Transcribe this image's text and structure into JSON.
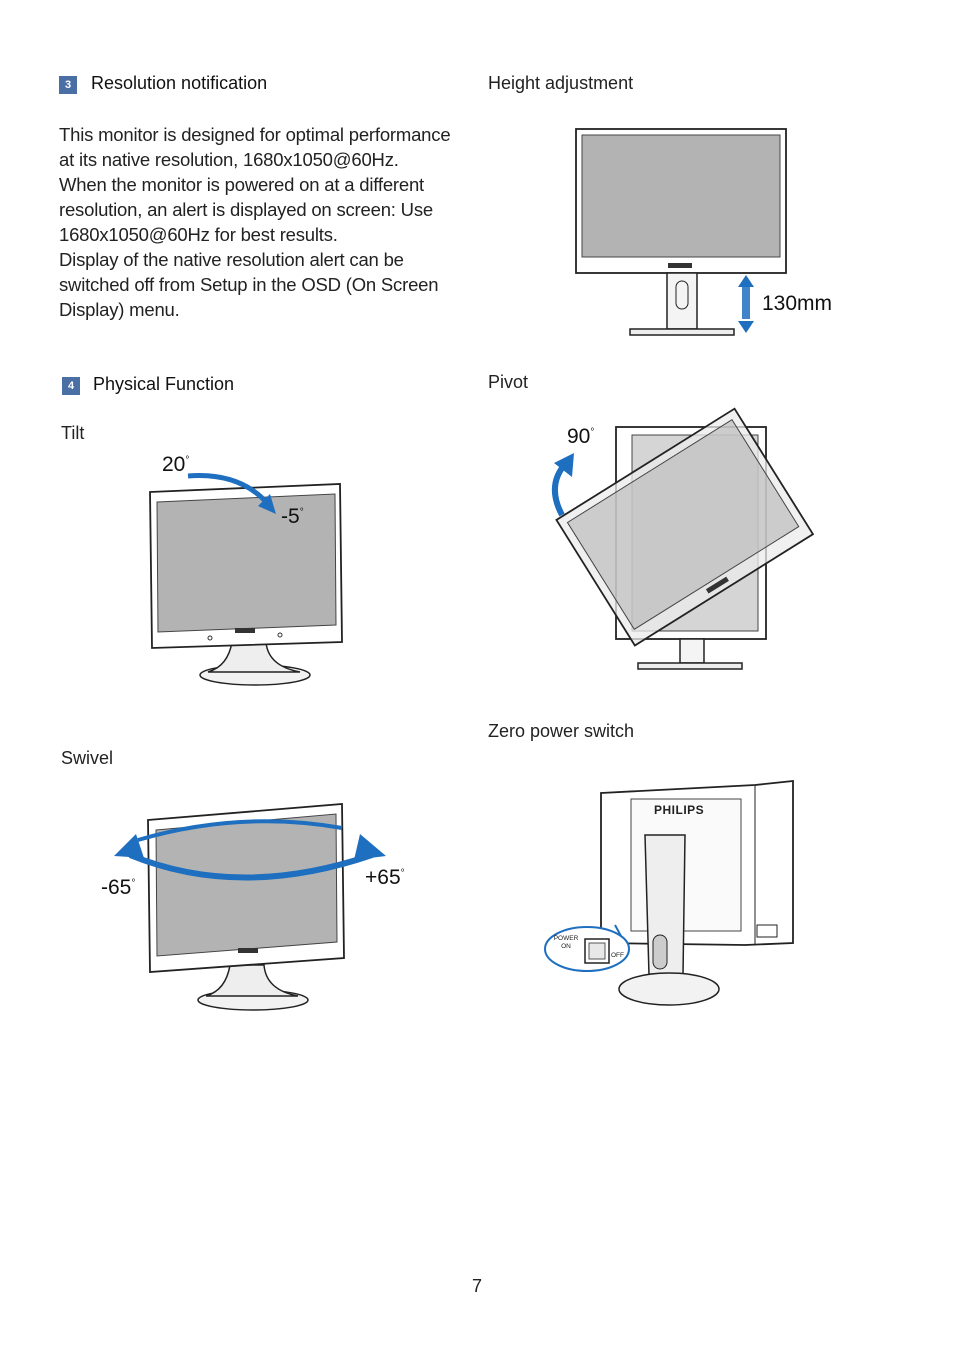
{
  "resolution": {
    "number": "3",
    "title": "Resolution notification",
    "paragraphs": [
      "This monitor is designed for optimal performance at its native resolution, 1680x1050@60Hz.",
      "When the monitor is powered on at a different resolution, an alert is displayed on screen: Use 1680x1050@60Hz for best results.",
      "Display of the native resolution alert can be switched off from Setup in the OSD (On Screen Display) menu."
    ]
  },
  "physical": {
    "number": "4",
    "title": "Physical Function"
  },
  "tilt": {
    "label": "Tilt",
    "angle_up": "20",
    "angle_down": "-5"
  },
  "swivel": {
    "label": "Swivel",
    "angle_left": "-65",
    "angle_right": "+65"
  },
  "height": {
    "label": "Height adjustment",
    "value": "130mm"
  },
  "pivot": {
    "label": "Pivot",
    "angle": "90"
  },
  "zero_power": {
    "label": "Zero power switch",
    "brand": "PHILIPS",
    "switch_on": "POWER ON",
    "switch_off": "OFF"
  },
  "degree_symbol": "°",
  "page_number": "7",
  "colors": {
    "section_badge": "#4a6fa5",
    "arrow_blue": "#1e6fbf",
    "screen_gray": "#b0b0b0"
  }
}
